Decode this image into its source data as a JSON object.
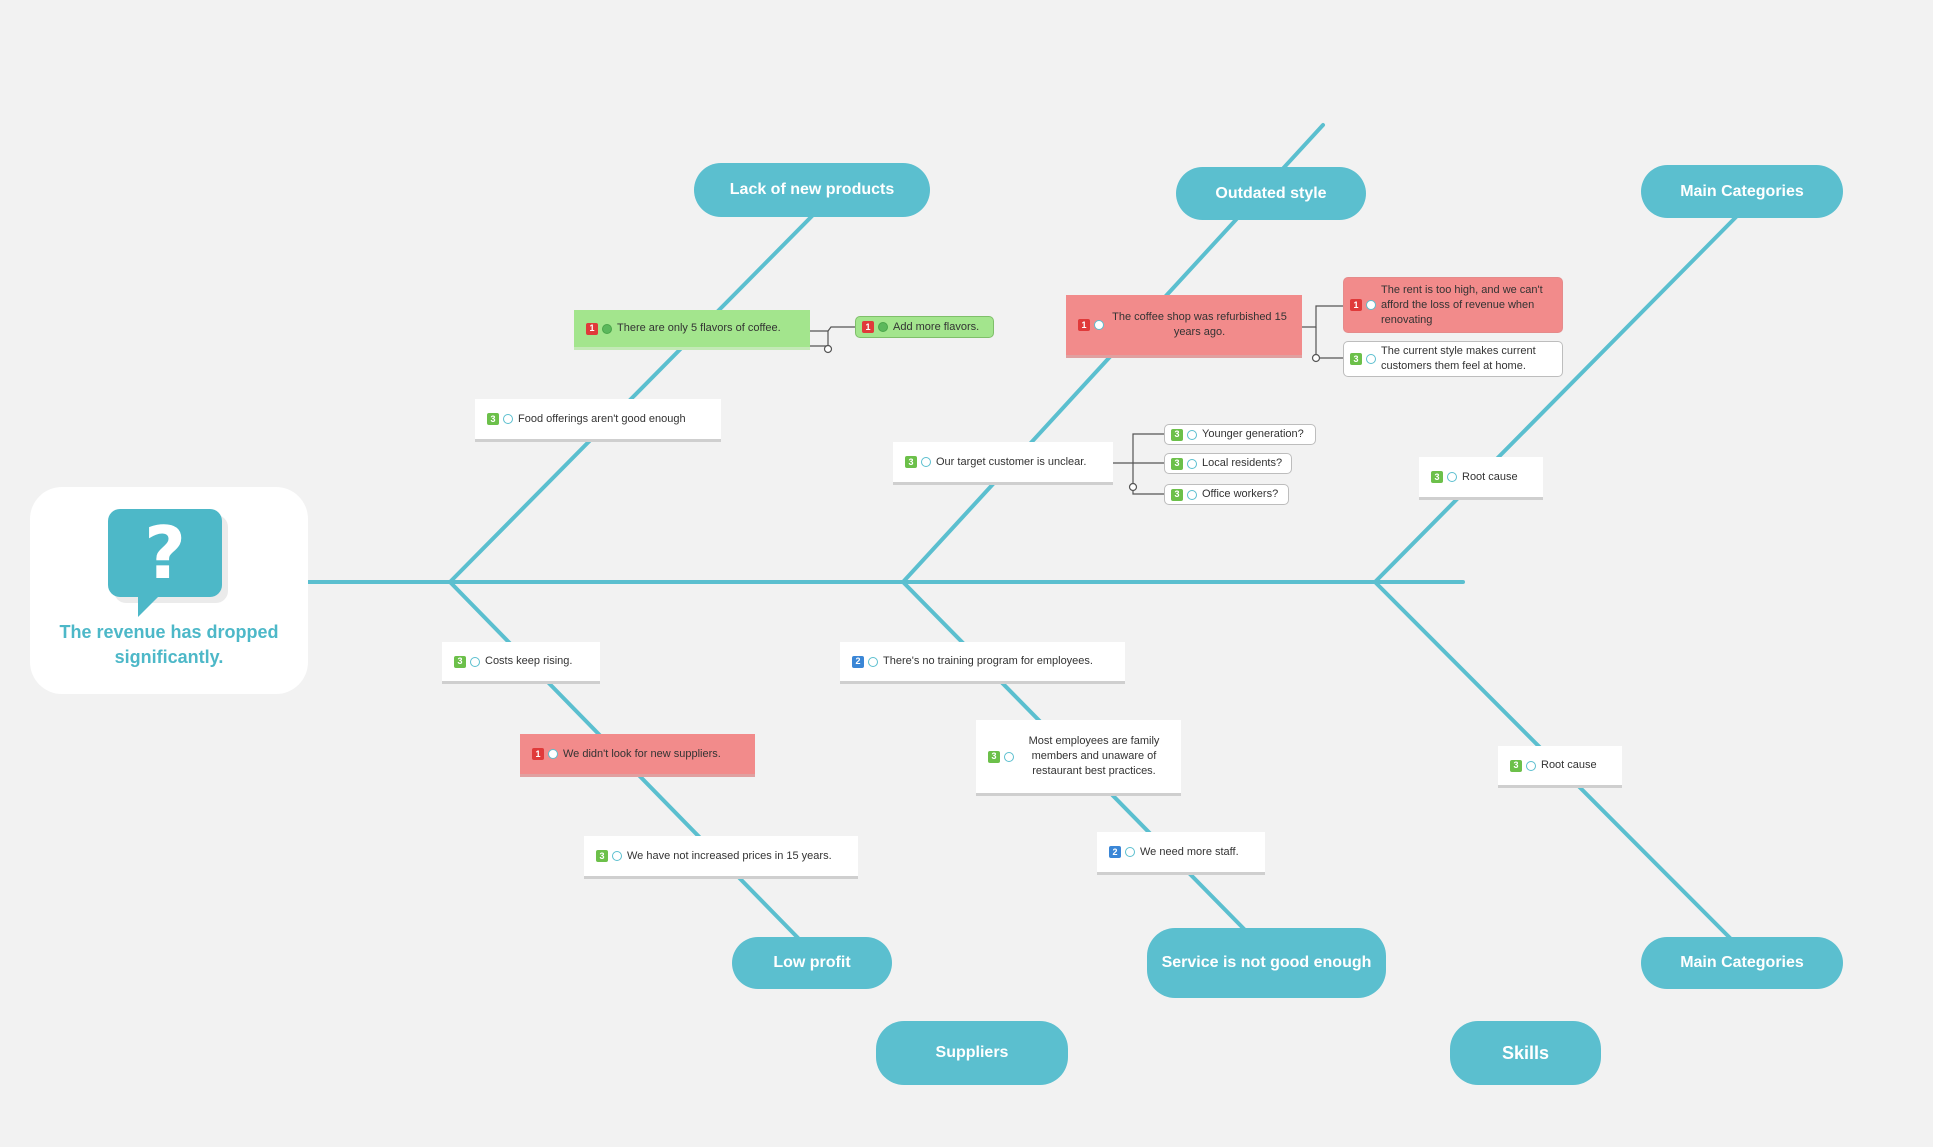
{
  "head": {
    "text": "The revenue has dropped significantly.",
    "icon": "question-bubble-icon"
  },
  "categories": {
    "lack_new_products": "Lack of new products",
    "outdated_style": "Outdated style",
    "main_top": "Main Categories",
    "low_profit": "Low profit",
    "service": "Service is not good enough",
    "main_bottom": "Main Categories",
    "suppliers": "Suppliers",
    "skills": "Skills"
  },
  "nodes": {
    "flavors": {
      "badge": "1",
      "text": "There are only 5 flavors of coffee."
    },
    "add_flavors": {
      "badge": "1",
      "text": "Add more flavors."
    },
    "food": {
      "badge": "3",
      "text": "Food offerings aren't good enough"
    },
    "refurbished": {
      "badge": "1",
      "text": "The coffee shop was refurbished 15 years ago."
    },
    "rent": {
      "badge": "1",
      "text": "The rent is too high, and we can't afford the loss of revenue when renovating"
    },
    "current_style": {
      "badge": "3",
      "text": "The current style makes current customers them feel at home."
    },
    "target": {
      "badge": "3",
      "text": "Our target customer is unclear."
    },
    "younger": {
      "badge": "3",
      "text": "Younger generation?"
    },
    "local": {
      "badge": "3",
      "text": "Local residents?"
    },
    "office": {
      "badge": "3",
      "text": "Office workers?"
    },
    "root_top": {
      "badge": "3",
      "text": "Root cause"
    },
    "costs": {
      "badge": "3",
      "text": "Costs keep rising."
    },
    "suppliers_node": {
      "badge": "1",
      "text": "We didn't look for new suppliers."
    },
    "prices": {
      "badge": "3",
      "text": "We have not increased prices in 15 years."
    },
    "training": {
      "badge": "2",
      "text": "There's no training program for employees."
    },
    "family": {
      "badge": "3",
      "text": "Most employees are family members and unaware of restaurant best practices."
    },
    "staff": {
      "badge": "2",
      "text": "We need more staff."
    },
    "root_bottom": {
      "badge": "3",
      "text": "Root cause"
    }
  },
  "colors": {
    "spine": "#5bbfcf",
    "category_fill": "#5bbfcf",
    "priority_1": "#e03a3a",
    "priority_2": "#3a86d6",
    "priority_3": "#6cc04a",
    "highlight_red": "#f28b8b",
    "highlight_green": "#a3e58d"
  }
}
